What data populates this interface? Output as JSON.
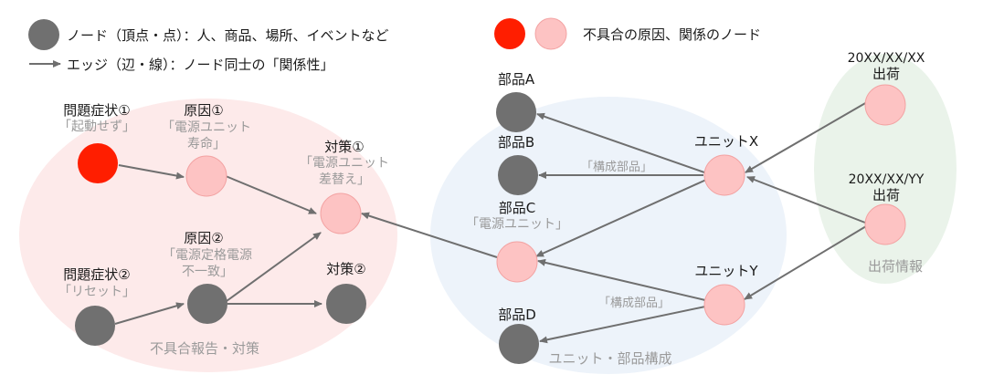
{
  "legend": {
    "node_def": "ノード（頂点・点）：人、商品、場所、イベントなど",
    "edge_def": "エッジ（辺・線）：ノード同士の「関係性」",
    "fault_def": "不具合の原因、関係のノード"
  },
  "regions": {
    "fault": "不具合報告・対策",
    "unit": "ユニット・部品構成",
    "shipping": "出荷情報"
  },
  "nodes": {
    "symptom1": {
      "title": "問題症状①",
      "sub": [
        "「起動せず」"
      ]
    },
    "cause1": {
      "title": "原因①",
      "sub": [
        "「電源ユニット",
        "寿命」"
      ]
    },
    "measure1": {
      "title": "対策①",
      "sub": [
        "「電源ユニット",
        "差替え」"
      ]
    },
    "cause2": {
      "title": "原因②",
      "sub": [
        "「電源定格電源",
        "不一致」"
      ]
    },
    "symptom2": {
      "title": "問題症状②",
      "sub": [
        "「リセット」"
      ]
    },
    "measure2": {
      "title": "対策②",
      "sub": []
    },
    "partA": {
      "title": "部品A",
      "sub": []
    },
    "partB": {
      "title": "部品B",
      "sub": []
    },
    "partC": {
      "title": "部品C",
      "sub": [
        "「電源ユニット」"
      ]
    },
    "partD": {
      "title": "部品D",
      "sub": []
    },
    "unitX": {
      "title": "ユニットX",
      "sub": []
    },
    "unitY": {
      "title": "ユニットY",
      "sub": []
    },
    "ship1": {
      "title": "20XX/XX/XX",
      "title2": "出荷",
      "sub": []
    },
    "ship2": {
      "title": "20XX/XX/YY",
      "title2": "出荷",
      "sub": []
    }
  },
  "edge_labels": {
    "x_to_b": "「構成部品」",
    "y_to_c": "「構成部品」"
  },
  "colors": {
    "dark_node": "#707070",
    "red_node": "#ff1e00",
    "pink_node": "#fdc3c3",
    "pink_stroke": "#f3a3a3",
    "edge": "#6f6f6f",
    "region_fault": "#fdeaea",
    "region_unit": "#edf3fa",
    "region_ship": "#eaf3ea"
  }
}
